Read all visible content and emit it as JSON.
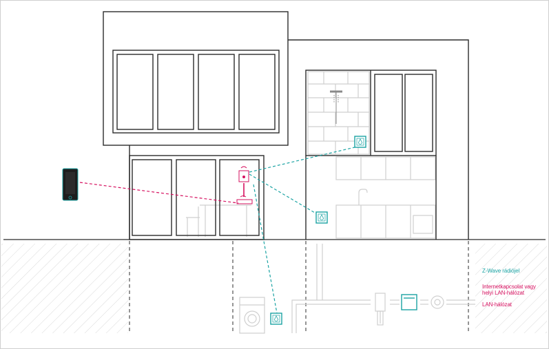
{
  "legend": {
    "zwave": "Z-Wave rádiójel",
    "internet": "Internetkapcsolat vagy helyi LAN-hálózat",
    "lan": "LAN-hálózat"
  },
  "colors": {
    "zwave": "#1aa3a3",
    "network": "#d6105f",
    "lines": "#2b2b2b",
    "light": "#cfcfcf"
  }
}
